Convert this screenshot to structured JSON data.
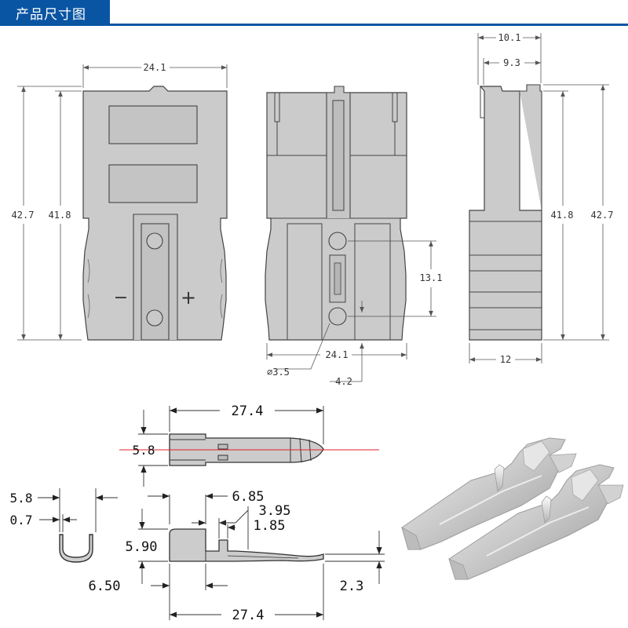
{
  "header": {
    "title": "产品尺寸图",
    "color": "#0a55a3"
  },
  "front_view": {
    "width_label": "24.1",
    "outer_height_label": "42.7",
    "inner_height_label": "41.8",
    "minus_symbol": "−",
    "plus_symbol": "+"
  },
  "rear_view": {
    "width_label": "24.1",
    "hole_spacing_label": "13.1",
    "hole_diameter_label": "∅3.5",
    "offset_label": "4.2"
  },
  "side_view": {
    "top_outer_label": "10.1",
    "top_inner_label": "9.3",
    "inner_height_label": "41.8",
    "outer_height_label": "42.7",
    "depth_label": "12"
  },
  "contact_top_view": {
    "length_label": "27.4",
    "width_label": "5.8",
    "centerline_color": "#e0202a"
  },
  "contact_section": {
    "width_label": "5.8",
    "wall_label": "0.7"
  },
  "contact_side_view": {
    "label_685": "6.85",
    "label_395": "3.95",
    "label_185": "1.85",
    "label_590": "5.90",
    "label_650": "6.50",
    "label_23": "2.3",
    "length_label": "27.4"
  },
  "colors": {
    "body_fill": "#cbcbcb",
    "outline": "#444444",
    "dim_line": "#555555",
    "metal": "#d8d8d8"
  }
}
